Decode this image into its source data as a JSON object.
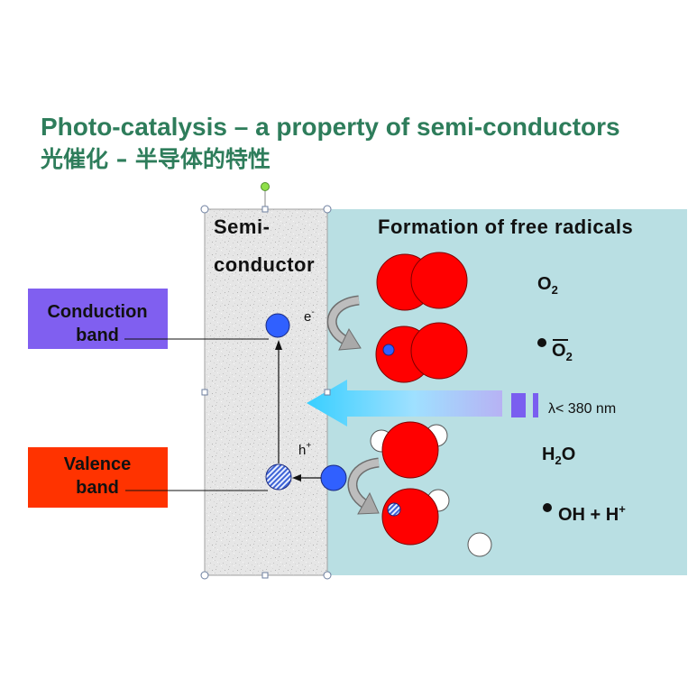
{
  "title": {
    "line1": "Photo-catalysis – a property of semi-conductors",
    "line2": "光催化 – 半导体的特性"
  },
  "semiconductor": {
    "label_line1": "Semi-",
    "label_line2": "conductor"
  },
  "radicals_heading": "Formation of free radicals",
  "conduction_band": {
    "label_line1": "Conduction",
    "label_line2": "band"
  },
  "valence_band": {
    "label_line1": "Valence",
    "label_line2": "band"
  },
  "electron": {
    "symbol": "e",
    "charge": "-"
  },
  "hole": {
    "symbol": "h",
    "charge": "+"
  },
  "light": {
    "label": "λ< 380 nm"
  },
  "species": {
    "oxygen": {
      "element": "O",
      "subscript": "2"
    },
    "superoxide": {
      "element": "O",
      "subscript": "2"
    },
    "water": {
      "h": "H",
      "subscript": "2",
      "o": "O"
    },
    "hydroxyl": {
      "text": "OH + H",
      "superscript": "+"
    }
  },
  "colors": {
    "title": "#2e7d5b",
    "solution": "#b9dfe3",
    "conduction_band": "#805ff0",
    "valence_band": "#ff3300",
    "molecule": "#ff0000",
    "electron": "#3060ff",
    "light_bar": "#7a5ef0"
  }
}
